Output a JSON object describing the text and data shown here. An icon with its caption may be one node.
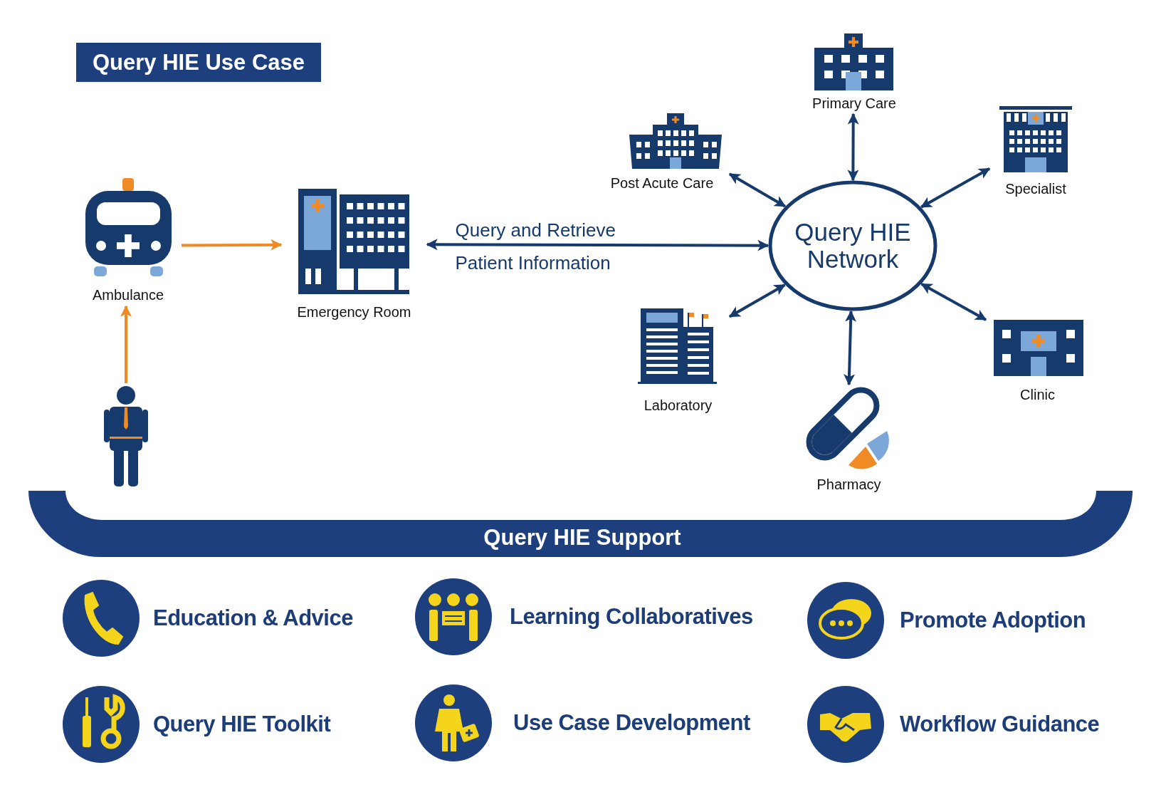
{
  "diagram": {
    "title": "Query HIE Use Case",
    "nodes": [
      {
        "text": [
          "Ambulance"
        ]
      },
      {
        "text": [
          "Emergency Room"
        ]
      },
      {
        "text": [],
        "shape": "person"
      },
      {
        "text": [
          "Query HIE Network"
        ]
      },
      {
        "text": [
          "Primary Care"
        ]
      },
      {
        "text": [
          "Post Acute Care"
        ]
      },
      {
        "text": [
          "Specialist"
        ]
      },
      {
        "text": [
          "Laboratory"
        ]
      },
      {
        "text": [
          "Pharmacy"
        ]
      },
      {
        "text": [
          "Clinic"
        ]
      },
      {
        "text": [
          "Query HIE Support"
        ]
      }
    ],
    "edges": [
      {
        "from": 2,
        "to": 0,
        "arrow": "to",
        "color": "#f08a24"
      },
      {
        "from": 0,
        "to": 1,
        "arrow": "to",
        "color": "#f08a24"
      },
      {
        "from": 1,
        "to": 3,
        "arrow": "both",
        "label": "Query and Retrieve Patient Information"
      },
      {
        "from": 3,
        "to": 4,
        "arrow": "both"
      },
      {
        "from": 3,
        "to": 5,
        "arrow": "both"
      },
      {
        "from": 3,
        "to": 6,
        "arrow": "both"
      },
      {
        "from": 3,
        "to": 7,
        "arrow": "both"
      },
      {
        "from": 3,
        "to": 8,
        "arrow": "both"
      },
      {
        "from": 3,
        "to": 9,
        "arrow": "both"
      }
    ],
    "labels": [
      "Education & Advice",
      "Learning Collaboratives",
      "Promote Adoption",
      "Query HIE Toolkit",
      "Use Case Development",
      "Workflow Guidance"
    ]
  }
}
